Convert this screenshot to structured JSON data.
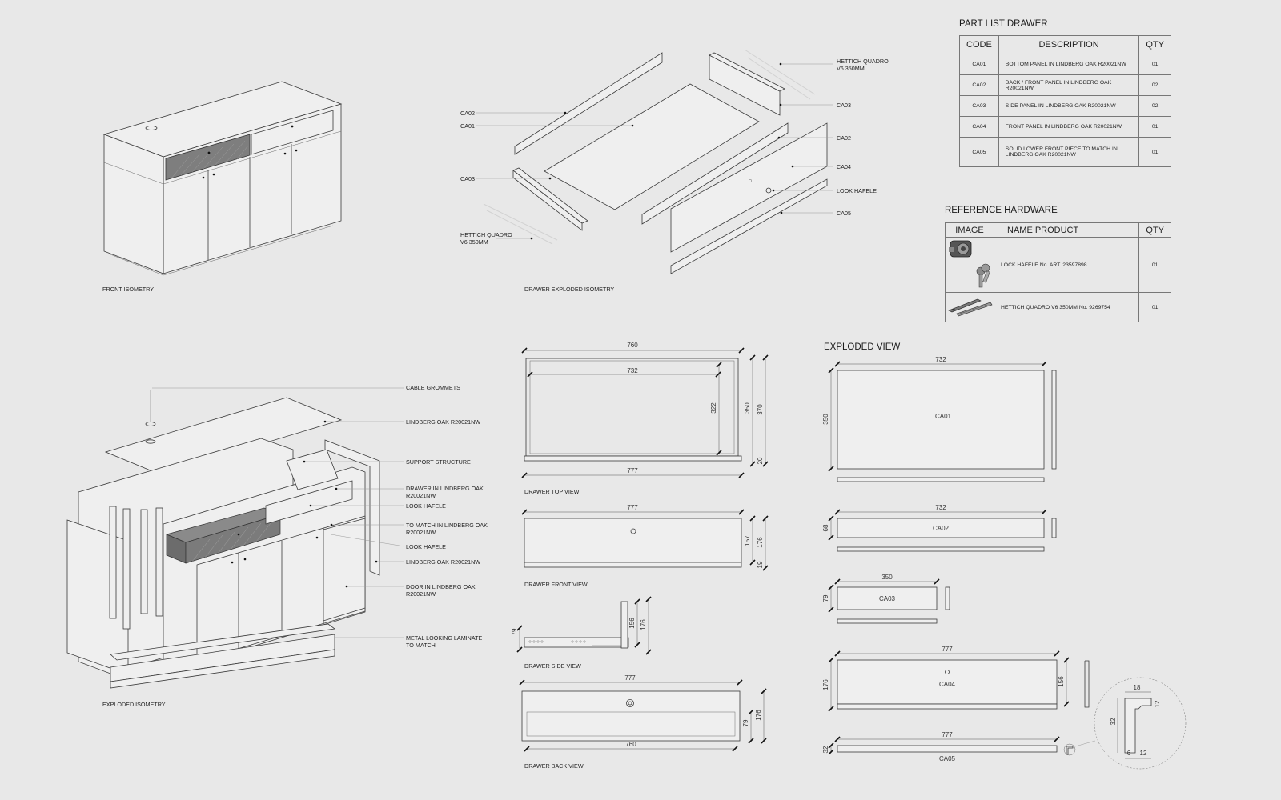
{
  "captions": {
    "front_isometry": "FRONT ISOMETRY",
    "drawer_exploded_isometry": "DRAWER EXPLODED ISOMETRY",
    "exploded_isometry": "EXPLODED ISOMETRY",
    "drawer_top_view": "DRAWER TOP VIEW",
    "drawer_front_view": "DRAWER FRONT VIEW",
    "drawer_side_view": "DRAWER SIDE VIEW",
    "drawer_back_view": "DRAWER BACK VIEW",
    "exploded_view": "EXPLODED VIEW"
  },
  "drawer_exploded_labels": {
    "ca02_left": "CA02",
    "ca01_left": "CA01",
    "ca03_left": "CA03",
    "hettich_left_1": "HETTICH QUADRO",
    "hettich_left_2": "V6 350MM",
    "hettich_right_1": "HETTICH QUADRO",
    "hettich_right_2": "V6 350MM",
    "ca03_right": "CA03",
    "ca02_right": "CA02",
    "ca04_right": "CA04",
    "look_hafele": "LOOK HAFELE",
    "ca05_right": "CA05"
  },
  "exploded_isometry_labels": {
    "cable_grommets": "CABLE GROMMETS",
    "lindberg_oak_top": "LINDBERG OAK R20021NW",
    "support_structure": "SUPPORT STRUCTURE",
    "drawer_lindberg_1": "DRAWER IN LINDBERG OAK",
    "drawer_lindberg_2": "R20021NW",
    "look_hafele_1": "LOOK HAFELE",
    "to_match_1": "TO MATCH IN LINDBERG OAK",
    "to_match_2": "R20021NW",
    "look_hafele_2": "LOOK HAFELE",
    "lindberg_oak_side": "LINDBERG OAK R20021NW",
    "door_lindberg_1": "DOOR IN LINDBERG OAK",
    "door_lindberg_2": "R20021NW",
    "metal_laminate_1": "METAL LOOKING LAMINATE",
    "metal_laminate_2": "TO MATCH"
  },
  "dimensions": {
    "top_760": "760",
    "top_732": "732",
    "top_322": "322",
    "top_350": "350",
    "top_370": "370",
    "top_20": "20",
    "top_777": "777",
    "front_777": "777",
    "front_157": "157",
    "front_176": "176",
    "front_19": "19",
    "side_79": "79",
    "side_156": "156",
    "side_176": "176",
    "back_777": "777",
    "back_79": "79",
    "back_176": "176",
    "back_760": "760",
    "ev_732_a": "732",
    "ev_350": "350",
    "ev_ca01": "CA01",
    "ev_732_b": "732",
    "ev_68": "68",
    "ev_ca02": "CA02",
    "ev_350_b": "350",
    "ev_79": "79",
    "ev_ca03": "CA03",
    "ev_777_a": "777",
    "ev_176": "176",
    "ev_ca04": "CA04",
    "ev_156": "156",
    "ev_777_b": "777",
    "ev_32": "32",
    "ev_ca05": "CA05",
    "det_18": "18",
    "det_12a": "12",
    "det_32": "32",
    "det_6": "6",
    "det_12b": "12"
  },
  "part_list": {
    "title": "PART LIST DRAWER",
    "headers": [
      "CODE",
      "DESCRIPTION",
      "QTY"
    ],
    "rows": [
      {
        "code": "CA01",
        "desc": "BOTTOM PANEL IN LINDBERG OAK R20021NW",
        "qty": "01"
      },
      {
        "code": "CA02",
        "desc": "BACK / FRONT PANEL IN LINDBERG OAK R20021NW",
        "qty": "02"
      },
      {
        "code": "CA03",
        "desc": "SIDE PANEL IN LINDBERG OAK R20021NW",
        "qty": "02"
      },
      {
        "code": "CA04",
        "desc": "FRONT PANEL IN LINDBERG OAK R20021NW",
        "qty": "01"
      },
      {
        "code": "CA05",
        "desc": "SOLID LOWER FRONT PIECE TO MATCH IN",
        "desc2": "LINDBERG OAK R20021NW",
        "qty": "01"
      }
    ]
  },
  "hardware": {
    "title": "REFERENCE HARDWARE",
    "headers": [
      "IMAGE",
      "NAME PRODUCT",
      "QTY"
    ],
    "rows": [
      {
        "image_icon": "lock-key-icon",
        "name": "LOCK HAFELE No. ART. 23597898",
        "qty": "01"
      },
      {
        "image_icon": "drawer-runner-icon",
        "name": "HETTICH QUADRO V6 350MM No. 9269754",
        "qty": "01"
      }
    ]
  }
}
